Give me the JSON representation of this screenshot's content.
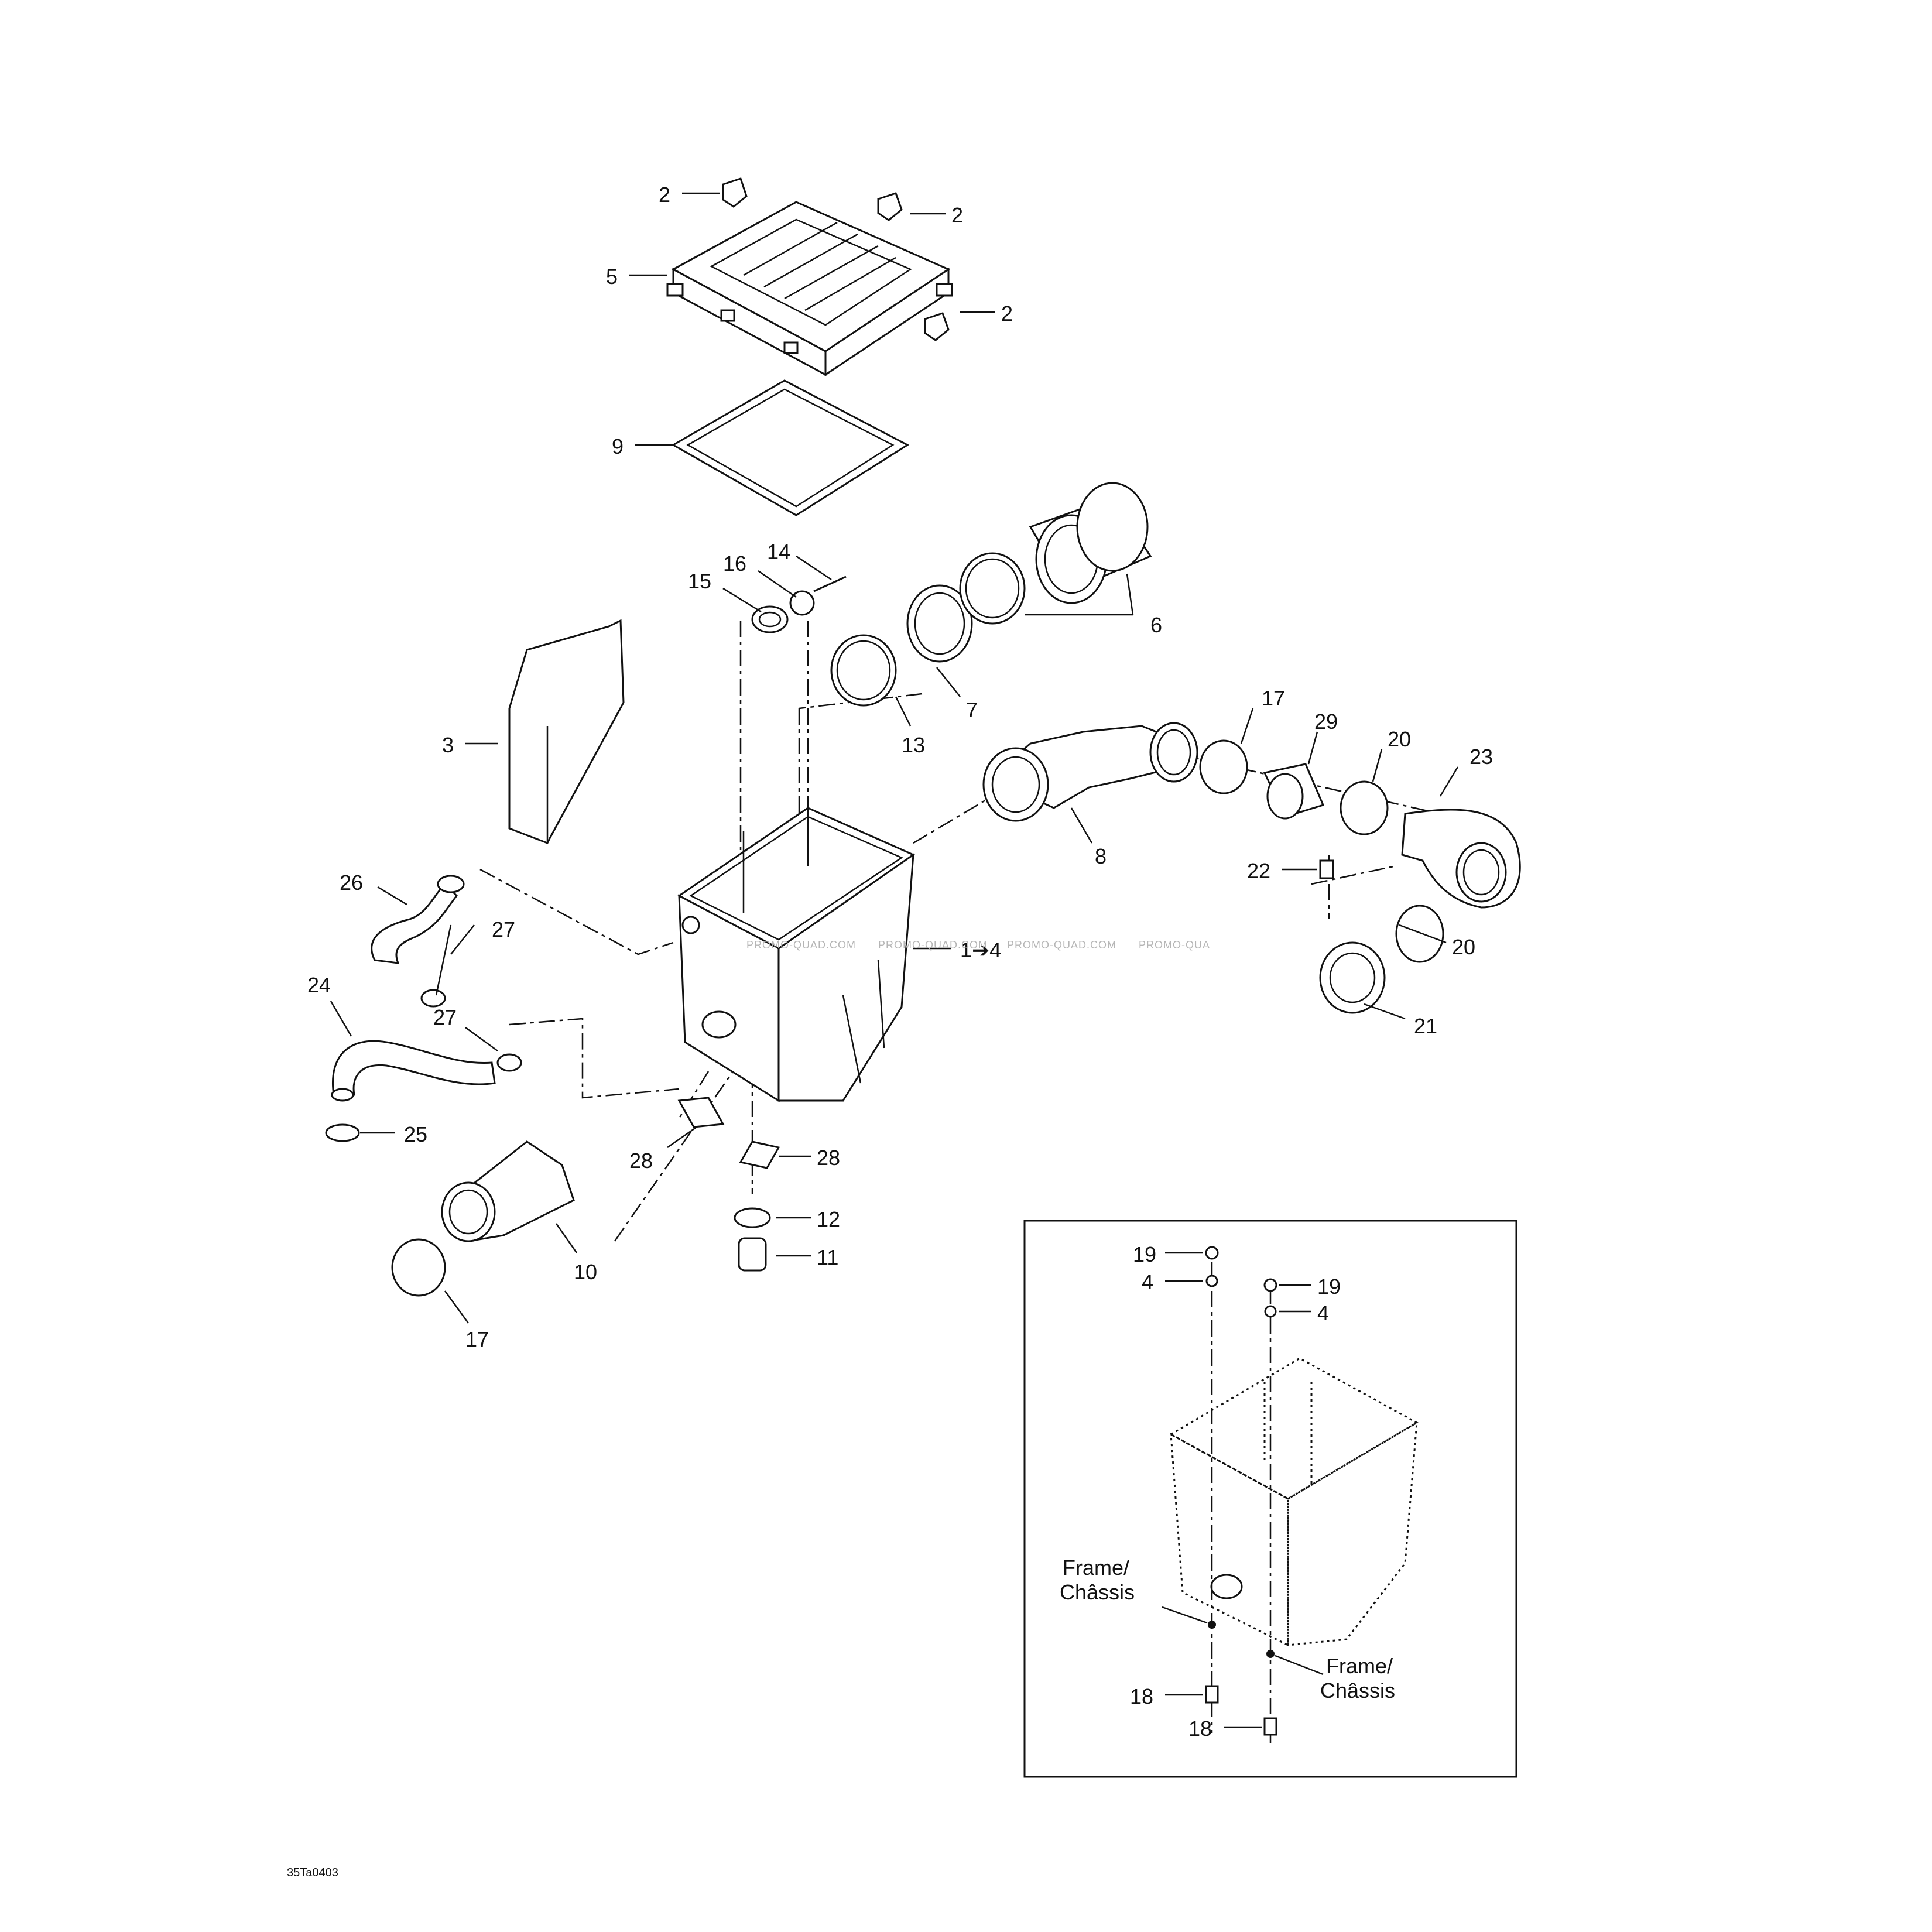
{
  "diagram": {
    "code": "35Ta0403",
    "watermark": [
      "PROMO-QUAD.COM",
      "PROMO-QUAD.COM",
      "PROMO-QUAD.COM",
      "PROMO-QUA"
    ],
    "callouts": {
      "c2a": "2",
      "c2b": "2",
      "c2c": "2",
      "c5": "5",
      "c9": "9",
      "c14": "14",
      "c16": "16",
      "c15": "15",
      "c6": "6",
      "c7": "7",
      "c13": "13",
      "c3": "3",
      "c17a": "17",
      "c29": "29",
      "c20a": "20",
      "c23": "23",
      "c8": "8",
      "c22": "22",
      "c20b": "20",
      "c21": "21",
      "c26": "26",
      "c27a": "27",
      "c1": "1➔4",
      "c24": "24",
      "c27b": "27",
      "c25": "25",
      "c28a": "28",
      "c28b": "28",
      "c12": "12",
      "c11": "11",
      "c10": "10",
      "c17b": "17"
    },
    "inset": {
      "c19a": "19",
      "c4a": "4",
      "c19b": "19",
      "c4b": "4",
      "frame1_line1": "Frame/",
      "frame1_line2": "Châssis",
      "frame2_line1": "Frame/",
      "frame2_line2": "Châssis",
      "c18a": "18",
      "c18b": "18"
    }
  }
}
